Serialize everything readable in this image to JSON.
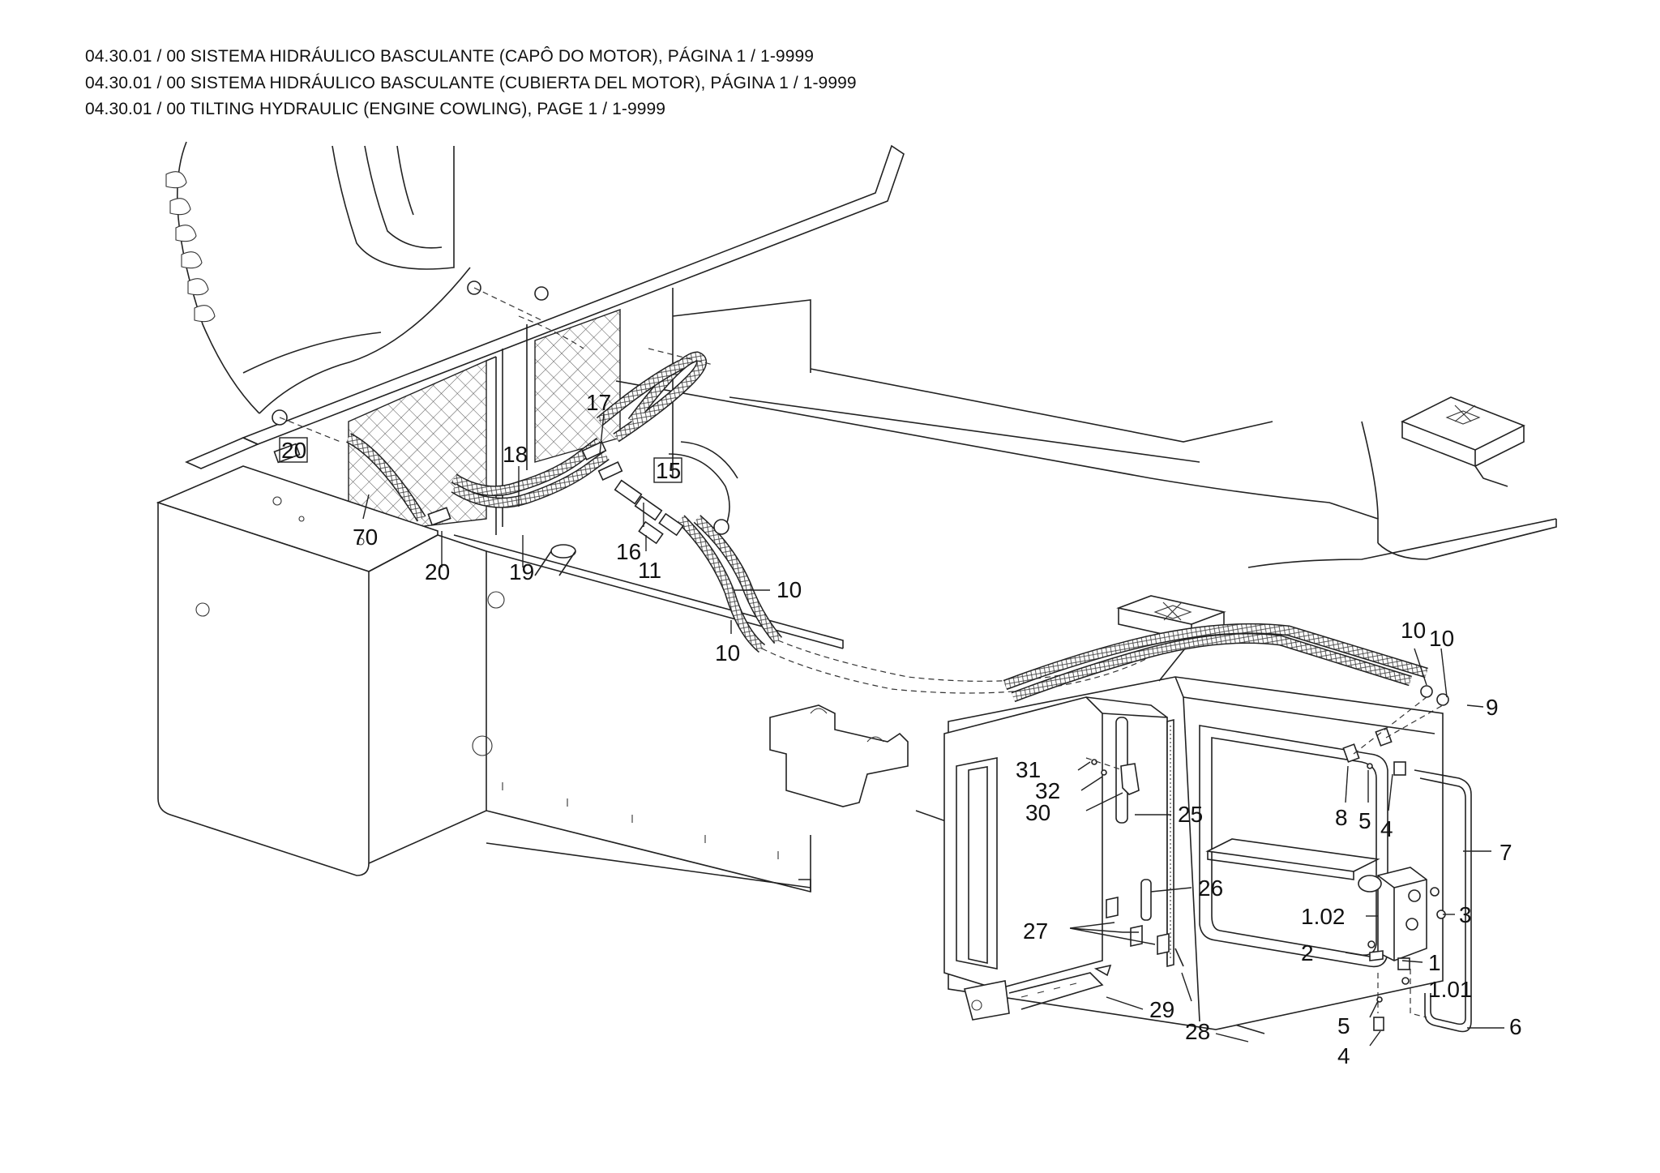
{
  "header": {
    "line1": "04.30.01 / 00 SISTEMA HIDRÁULICO BASCULANTE (CAPÔ DO MOTOR), PÁGINA 1 / 1-9999",
    "line2": "04.30.01 / 00 SISTEMA HIDRÁULICO BASCULANTE (CUBIERTA DEL MOTOR), PÁGINA 1 / 1-9999",
    "line3": "04.30.01 / 00 TILTING HYDRAULIC (ENGINE COWLING), PAGE 1 / 1-9999"
  },
  "callouts": {
    "c17": "17",
    "c20a": "20",
    "c18": "18",
    "c15": "15",
    "c70": "70",
    "c16": "16",
    "c11": "11",
    "c20b": "20",
    "c19": "19",
    "c10a": "10",
    "c10b": "10",
    "c10c": "10",
    "c10d": "10",
    "c9": "9",
    "c31": "31",
    "c32": "32",
    "c30": "30",
    "c25": "25",
    "c8": "8",
    "c5a": "5",
    "c4a": "4",
    "c7": "7",
    "c26": "26",
    "c102": "1.02",
    "c3": "3",
    "c27": "27",
    "c2": "2",
    "c1": "1",
    "c101": "1.01",
    "c29": "29",
    "c28": "28",
    "c5b": "5",
    "c6": "6",
    "c4b": "4"
  }
}
